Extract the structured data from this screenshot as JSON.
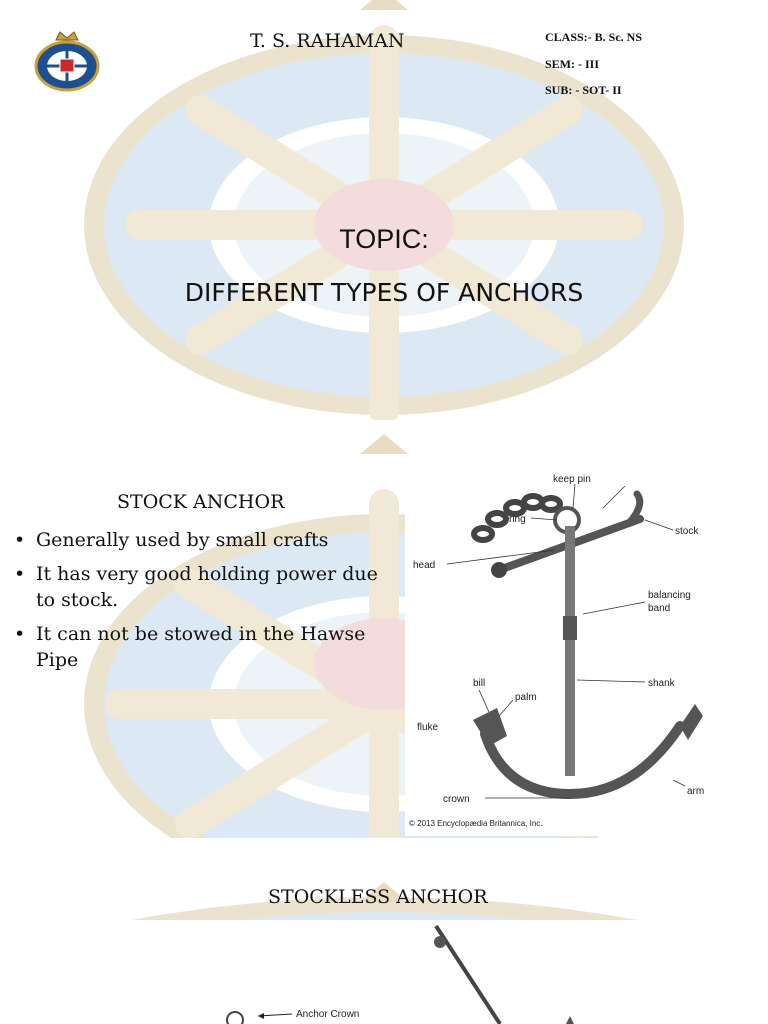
{
  "header": {
    "author": "T. S. RAHAMAN",
    "class_line": "CLASS:-  B. Sc. NS",
    "sem_line": "SEM: - III",
    "sub_line": "SUB: - SOT- II"
  },
  "title_slide": {
    "topic": "TOPIC:",
    "subtitle": "DIFFERENT TYPES OF ANCHORS"
  },
  "stock_anchor": {
    "heading": "STOCK ANCHOR",
    "bullets": [
      "Generally used by small crafts",
      "It has very good holding power due to stock.",
      "It can not be stowed in the Hawse Pipe"
    ],
    "diagram_labels": {
      "keep_pin": "keep pin",
      "ring": "ring",
      "stock": "stock",
      "head": "head",
      "balancing": "balancing",
      "band": "band",
      "bill": "bill",
      "palm": "palm",
      "shank": "shank",
      "fluke": "fluke",
      "arm": "arm",
      "crown": "crown",
      "credit": "© 2013 Encyclopædia Britannica, Inc."
    }
  },
  "stockless_anchor": {
    "heading": "STOCKLESS ANCHOR",
    "diagram_labels": {
      "anchor_crown": "Anchor Crown"
    }
  },
  "colors": {
    "watermark_blue": "#d8e6f3",
    "watermark_rope": "#e8dcc4",
    "watermark_red": "#f0d5d5"
  }
}
